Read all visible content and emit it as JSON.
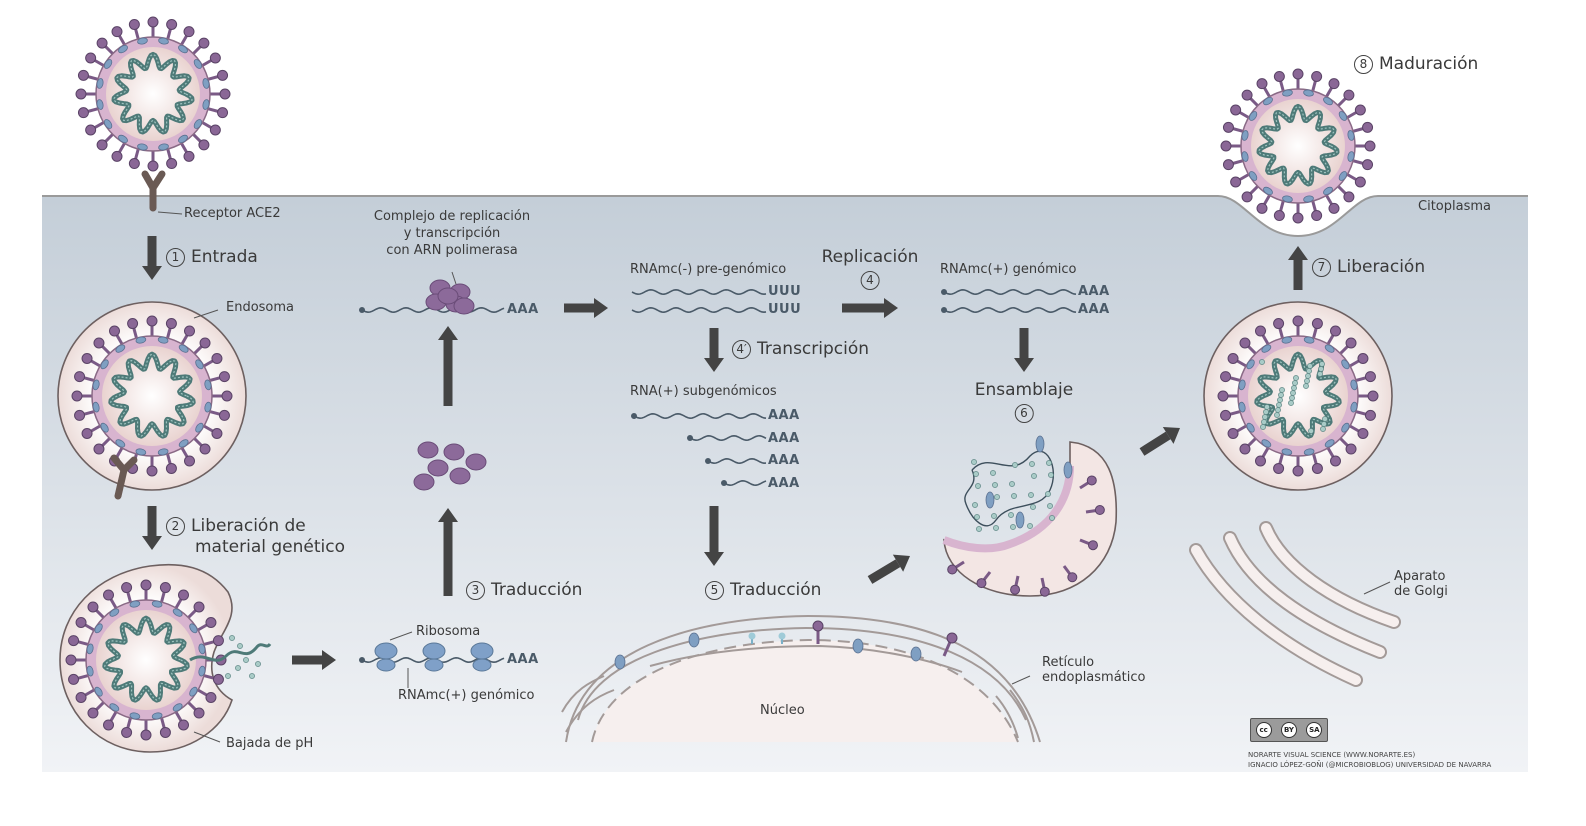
{
  "labels": {
    "receptor": "Receptor ACE2",
    "cytoplasm": "Citoplasma",
    "endosome": "Endosoma",
    "ph_drop": "Bajada de pH",
    "complex": [
      "Complejo de replicación",
      "y transcripción",
      "con ARN polimerasa"
    ],
    "ribosome": "Ribosoma",
    "rna_genomic_label": "RNAmc(+) genómico",
    "rna_pre_genomic": "RNAmc(-) pre-genómico",
    "rna_plus_genomic": "RNAmc(+) genómico",
    "subgenomic": "RNA(+) subgenómicos",
    "nucleus": "Núcleo",
    "er": [
      "Retículo",
      "endoplasmático"
    ],
    "golgi": [
      "Aparato",
      "de Golgi"
    ]
  },
  "sequences": {
    "aaa": "AAA",
    "uuu": "UUU"
  },
  "steps": {
    "s1": {
      "num": "1",
      "text": "Entrada"
    },
    "s2": {
      "num": "2",
      "text1": "Liberación de",
      "text2": "material genético"
    },
    "s3": {
      "num": "3",
      "text": "Traducción"
    },
    "s4": {
      "num": "4",
      "text": "Replicación"
    },
    "s4p": {
      "num": "4′",
      "text": "Transcripción"
    },
    "s5": {
      "num": "5",
      "text": "Traducción"
    },
    "s6": {
      "num": "6",
      "text": "Ensamblaje"
    },
    "s7": {
      "num": "7",
      "text": "Liberación"
    },
    "s8": {
      "num": "8",
      "text": "Maduración"
    }
  },
  "credits": {
    "license_badge": [
      "cc",
      "BY",
      "SA"
    ],
    "line1": "NORARTE VISUAL SCIENCE (WWW.NORARTE.ES)",
    "line2": "IGNACIO LÓPEZ-GOÑI (@MICROBIOBLOG) UNIVERSIDAD DE NAVARRA"
  },
  "colors": {
    "cytoplasm_top": "#c5cfd9",
    "cytoplasm_bottom": "#eef1f5",
    "virus_body": "#f3e6e4",
    "virus_ring": "#d8b4cf",
    "spike": "#7a5a86",
    "m_protein": "#7f9fc2",
    "rna_strand": "#4e7a78",
    "arrow": "#444444",
    "ribosome": "#7fa0c8",
    "polyprotein": "#8c6a9a"
  }
}
